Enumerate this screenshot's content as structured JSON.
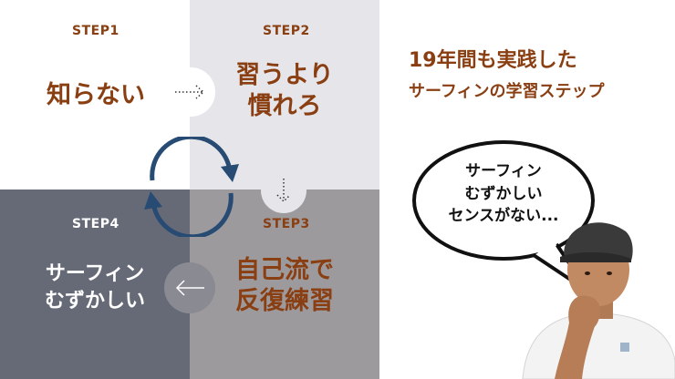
{
  "steps": [
    {
      "label": "STEP1",
      "text": "知らない"
    },
    {
      "label": "STEP2",
      "text_line1": "習うより",
      "text_line2": "慣れろ"
    },
    {
      "label": "STEP3",
      "text_line1": "自己流で",
      "text_line2": "反復練習"
    },
    {
      "label": "STEP4",
      "text_line1": "サーフィン",
      "text_line2": "むずかしい"
    }
  ],
  "title": {
    "line1": "19年間も実践した",
    "line2": "サーフィンの学習ステップ"
  },
  "speech_bubble": {
    "line1": "サーフィン",
    "line2": "むずかしい",
    "line3": "センスがない..."
  },
  "colors": {
    "accent_brown": "#8a3f12",
    "cycle_blue": "#274b73",
    "q2_bg": "#e6e6ea",
    "q3_bg": "#9d9a9e",
    "q4_bg": "#666a77"
  },
  "icons": [
    "cycle-arrows-icon",
    "dotted-arrow-right-icon",
    "dotted-arrow-down-icon",
    "arrow-left-icon",
    "thinking-person-icon"
  ]
}
